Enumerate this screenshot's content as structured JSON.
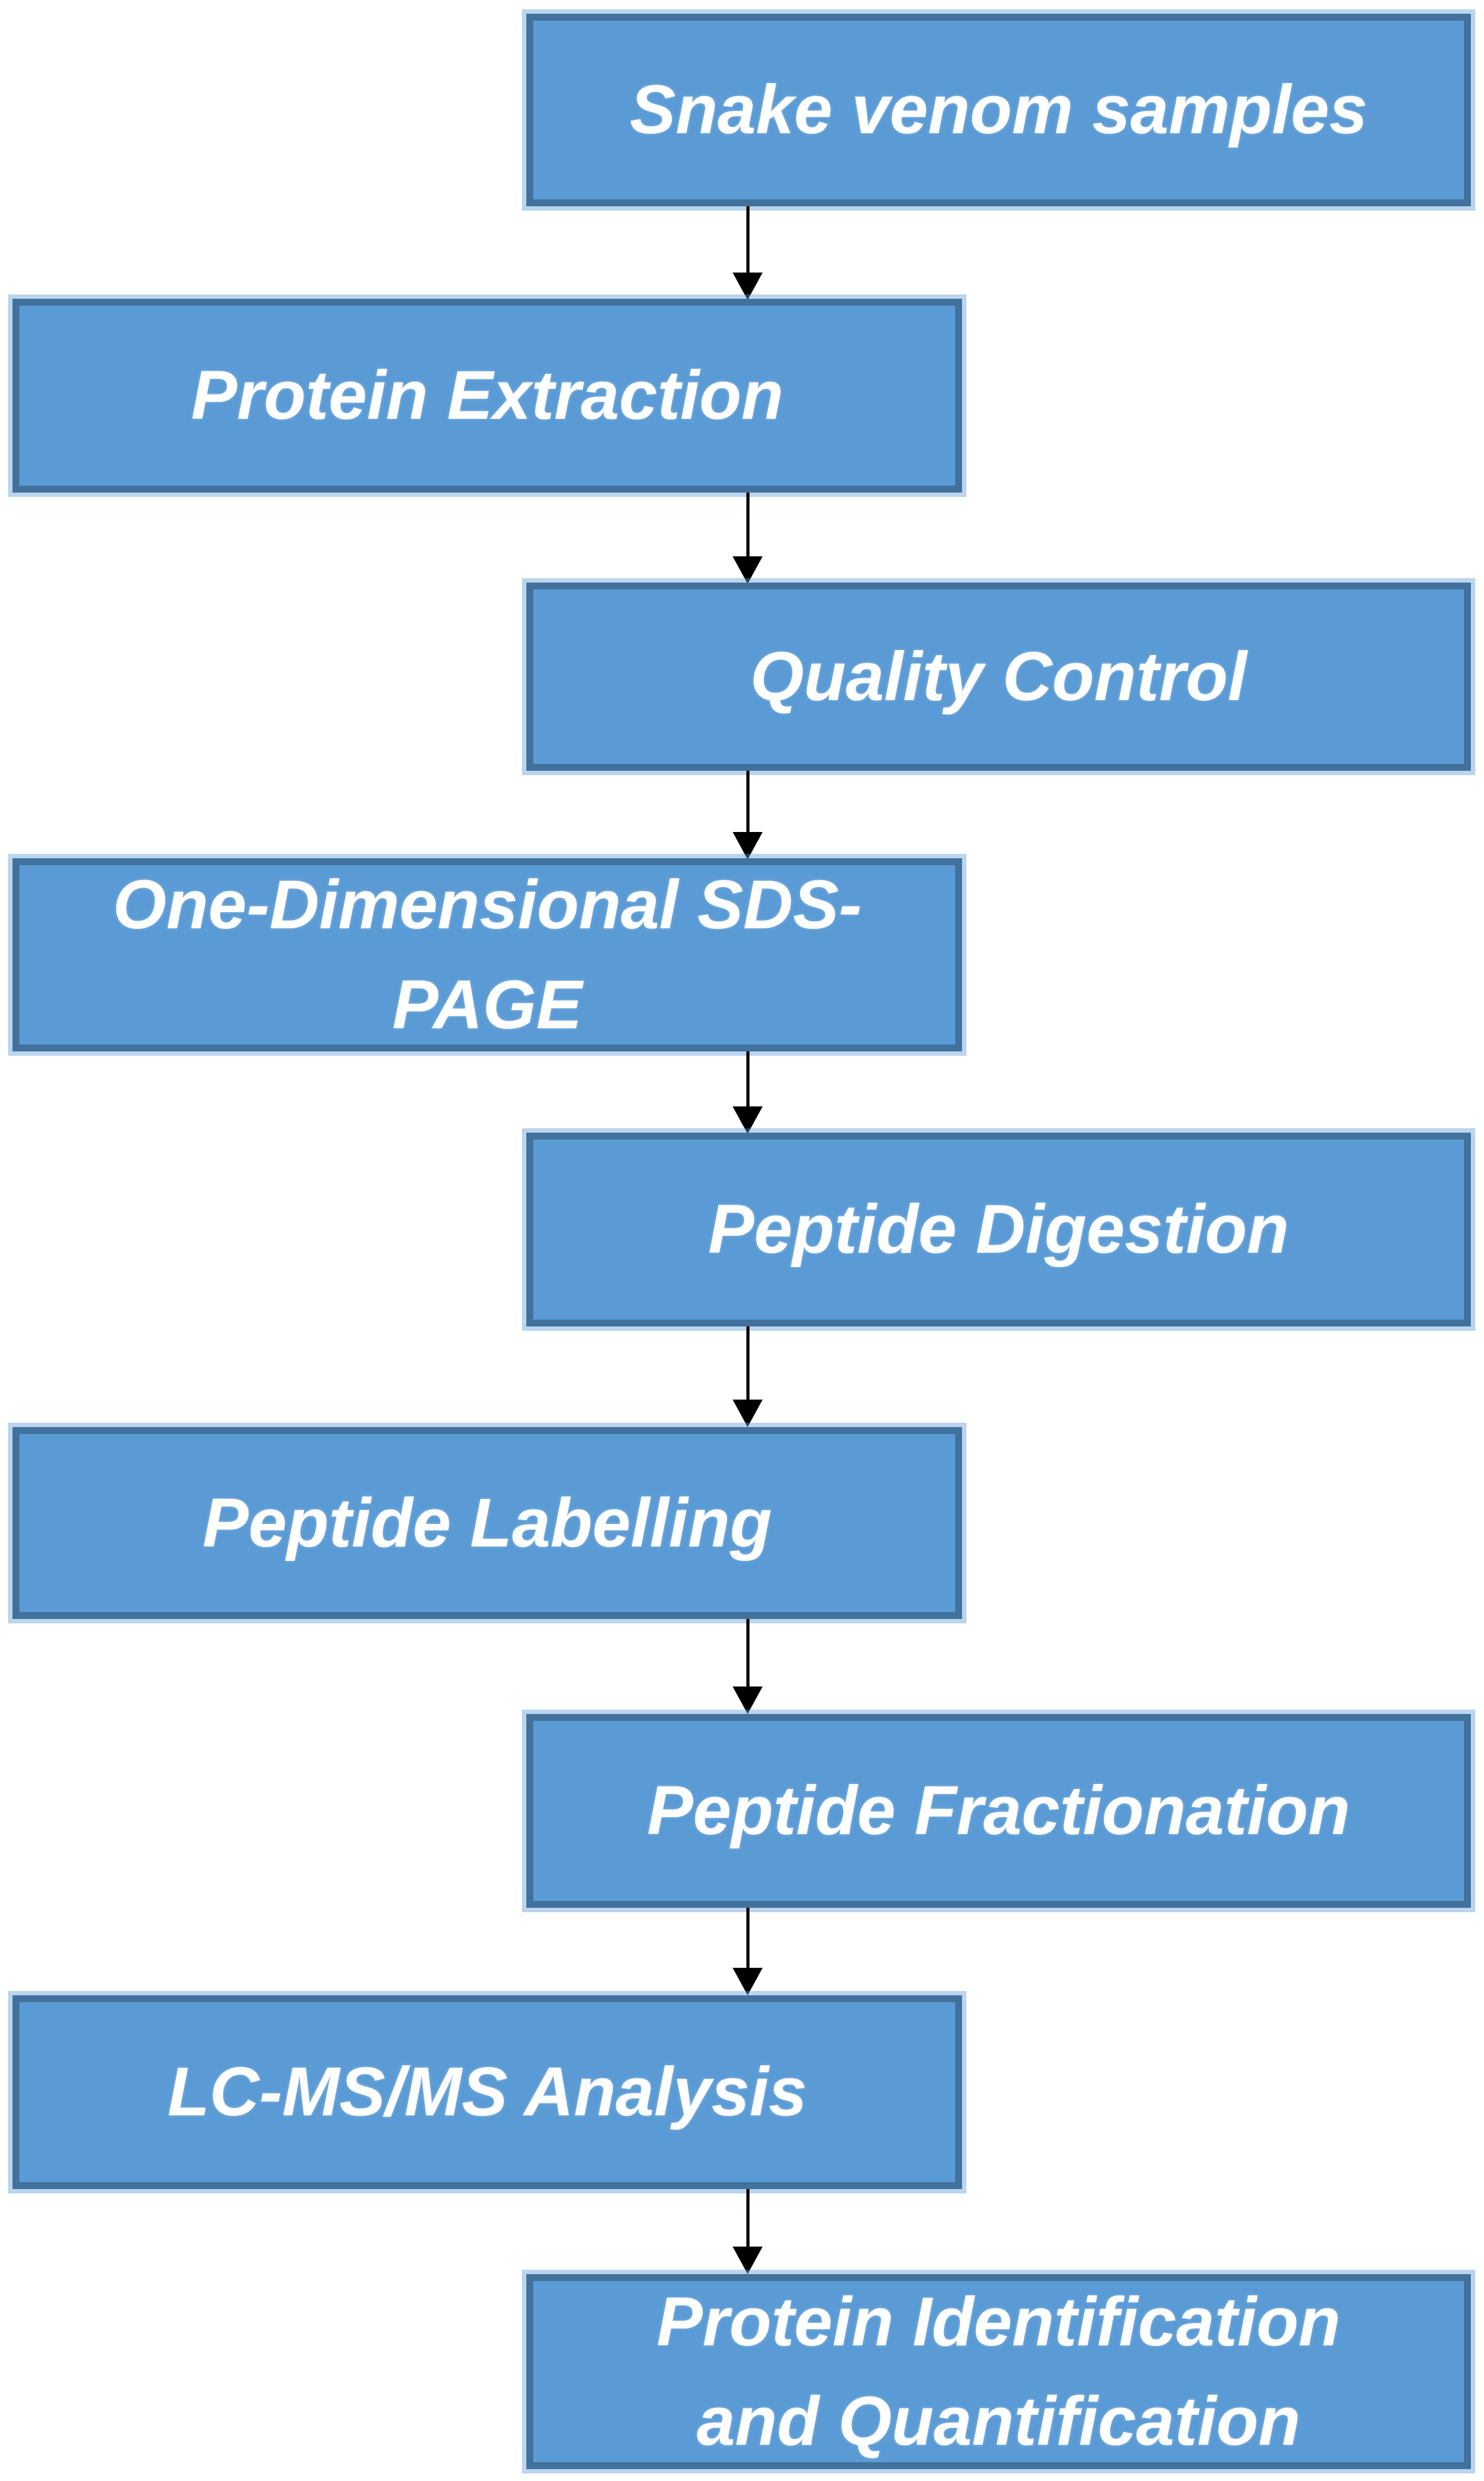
{
  "diagram": {
    "type": "flowchart",
    "steps": [
      {
        "label": "Snake venom samples"
      },
      {
        "label": "Protein Extraction"
      },
      {
        "label": "Quality Control"
      },
      {
        "label": "One-Dimensional SDS-PAGE"
      },
      {
        "label": "Peptide Digestion"
      },
      {
        "label": "Peptide Labelling"
      },
      {
        "label": "Peptide Fractionation"
      },
      {
        "label": "LC-MS/MS Analysis"
      },
      {
        "label": "Protein Identification and Quantification"
      }
    ],
    "connectors": [
      {
        "from": 0,
        "to": 1
      },
      {
        "from": 1,
        "to": 2
      },
      {
        "from": 2,
        "to": 3
      },
      {
        "from": 3,
        "to": 4
      },
      {
        "from": 4,
        "to": 5
      },
      {
        "from": 5,
        "to": 6
      },
      {
        "from": 6,
        "to": 7
      },
      {
        "from": 7,
        "to": 8
      }
    ],
    "colors": {
      "box_fill": "#5B9BD5",
      "box_border": "#41719C",
      "text": "#FFFFFF",
      "arrow": "#000000",
      "background": "#FFFFFF"
    }
  }
}
